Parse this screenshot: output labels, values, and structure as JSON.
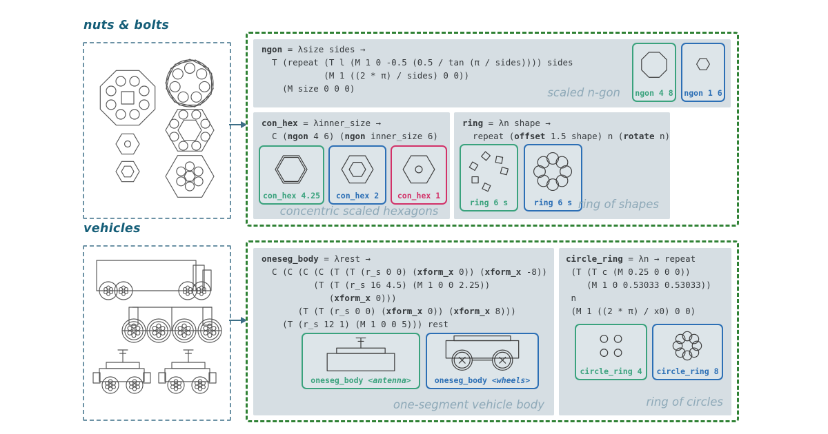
{
  "colors": {
    "green": "#3aa27d",
    "blue": "#2c6fb5",
    "pink": "#d23168",
    "dashgreen": "#2f8134",
    "dashblue": "#6c92a5",
    "panel": "#d6dee3",
    "boxbg": "#dde5e9",
    "code": "#35393c",
    "caption": "#8ea9b8",
    "title": "#155e78",
    "arrow": "#3c6e86",
    "stroke": "#3d3d3d",
    "sketch": "#565656"
  },
  "sections": {
    "nuts_bolts": {
      "title": "nuts & bolts"
    },
    "vehicles": {
      "title": "vehicles"
    }
  },
  "panels": {
    "ngon": {
      "caption": "scaled n-gon",
      "code": [
        [
          {
            "t": "ngon",
            "b": true
          },
          {
            "t": " = λsize sides →"
          }
        ],
        [
          {
            "t": "  T (repeat (T l (M 1 0 -0.5 (0.5 / tan (π / sides)))) sides"
          }
        ],
        [
          {
            "t": "            (M 1 ((2 * π) / sides) 0 0))"
          }
        ],
        [
          {
            "t": "    (M size 0 0 0)"
          }
        ]
      ],
      "examples": [
        {
          "label": "ngon 4 8",
          "accent": "green",
          "drawing": "octagon"
        },
        {
          "label": "ngon 1 6",
          "accent": "blue",
          "drawing": "small-hexagon"
        }
      ]
    },
    "con_hex": {
      "caption": "concentric scaled hexagons",
      "code": [
        [
          {
            "t": "con_hex",
            "b": true
          },
          {
            "t": " = λinner_size →"
          }
        ],
        [
          {
            "t": "  C ("
          },
          {
            "t": "ngon",
            "b": true
          },
          {
            "t": " 4 6) ("
          },
          {
            "t": "ngon",
            "b": true
          },
          {
            "t": " inner_size 6)"
          }
        ]
      ],
      "examples": [
        {
          "label": "con_hex 4.25",
          "accent": "green",
          "drawing": "thick-double-hexagon"
        },
        {
          "label": "con_hex 2",
          "accent": "blue",
          "drawing": "hexagon-in-hexagon"
        },
        {
          "label": "con_hex 1",
          "accent": "pink",
          "drawing": "hexagon-with-dot"
        }
      ]
    },
    "ring": {
      "caption": "ring of shapes",
      "code": [
        [
          {
            "t": "ring",
            "b": true
          },
          {
            "t": " = λn shape →"
          }
        ],
        [
          {
            "t": "  repeat ("
          },
          {
            "t": "offset",
            "b": true
          },
          {
            "t": " 1.5 shape) n ("
          },
          {
            "t": "rotate",
            "b": true
          },
          {
            "t": " n)"
          }
        ]
      ],
      "examples": [
        {
          "label": "ring 6 s",
          "accent": "green",
          "drawing": "ring-of-squares"
        },
        {
          "label": "ring 6 s",
          "accent": "blue",
          "drawing": "ring-of-circles"
        }
      ]
    },
    "oneseg_body": {
      "caption": "one-segment vehicle body",
      "code": [
        [
          {
            "t": "oneseg_body",
            "b": true
          },
          {
            "t": " = λrest →"
          }
        ],
        [
          {
            "t": "  C (C (C (C (T (T (r_s 0 0) ("
          },
          {
            "t": "xform_x",
            "b": true
          },
          {
            "t": " 0)) ("
          },
          {
            "t": "xform_x",
            "b": true
          },
          {
            "t": " -8))"
          }
        ],
        [
          {
            "t": "          (T (T (r_s 16 4.5) (M 1 0 0 2.25))"
          }
        ],
        [
          {
            "t": "             ("
          },
          {
            "t": "xform_x",
            "b": true
          },
          {
            "t": " 0)))"
          }
        ],
        [
          {
            "t": "       (T (T (r_s 0 0) ("
          },
          {
            "t": "xform_x",
            "b": true
          },
          {
            "t": " 0)) ("
          },
          {
            "t": "xform_x",
            "b": true
          },
          {
            "t": " 8)))"
          }
        ],
        [
          {
            "t": "    (T (r_s 12 1) (M 1 0 0 5))) rest"
          }
        ]
      ],
      "examples": [
        {
          "name": "oneseg_body",
          "arg": "<antenna>",
          "accent": "green",
          "drawing": "body-with-antenna"
        },
        {
          "name": "oneseg_body",
          "arg": "<wheels>",
          "accent": "blue",
          "drawing": "body-with-wheels"
        }
      ]
    },
    "circle_ring": {
      "caption": "ring of circles",
      "code": [
        [
          {
            "t": "circle_ring",
            "b": true
          },
          {
            "t": " = λn → repeat"
          }
        ],
        [
          {
            "t": " (T (T c (M 0.25 0 0 0))"
          }
        ],
        [
          {
            "t": "    (M 1 0 0.53033 0.53033))"
          }
        ],
        [
          {
            "t": " n"
          }
        ],
        [
          {
            "t": " (M 1 ((2 * π) / x0) 0 0)"
          }
        ]
      ],
      "examples": [
        {
          "label": "circle_ring 4",
          "accent": "green",
          "drawing": "four-circles"
        },
        {
          "label": "circle_ring 8",
          "accent": "blue",
          "drawing": "eight-circle-ring"
        }
      ]
    }
  }
}
